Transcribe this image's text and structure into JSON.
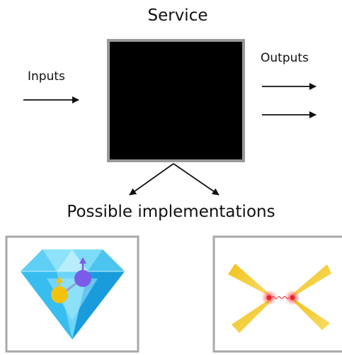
{
  "diagram": {
    "title": "Service",
    "inputs_label": "Inputs",
    "outputs_label": "Outputs",
    "implementations_label": "Possible implementations"
  },
  "colors": {
    "black_box": "#000000",
    "box_border": "#999999",
    "frame_border": "#a8a8a8",
    "arrow": "#111111",
    "diamond_light": "#6fd6f7",
    "diamond_mid": "#2cb6ec",
    "diamond_dark": "#1591d3",
    "spin_yellow": "#f4c20d",
    "spin_purple": "#7b5ce8",
    "beam_gold": "#f0c020",
    "atom_red": "#e8242b"
  },
  "icons": {
    "left_implementation": "diamond-nv-center-icon",
    "right_implementation": "trapped-ions-lasers-icon"
  }
}
